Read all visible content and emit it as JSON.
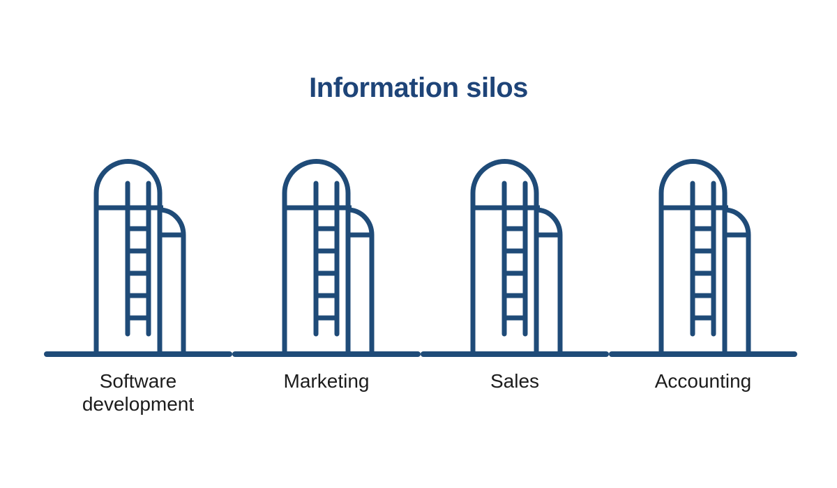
{
  "title": "Information silos",
  "silos": [
    {
      "label": "Software development"
    },
    {
      "label": "Marketing"
    },
    {
      "label": "Sales"
    },
    {
      "label": "Accounting"
    }
  ],
  "icons": [
    {
      "name": "silo-icon",
      "description": "domed grain silo outline with ladder and side bin"
    }
  ],
  "colors": {
    "diagram_stroke": "#1f4b78",
    "title_text": "#1e4478",
    "label_text": "#1c1c1c",
    "background": "#ffffff"
  }
}
